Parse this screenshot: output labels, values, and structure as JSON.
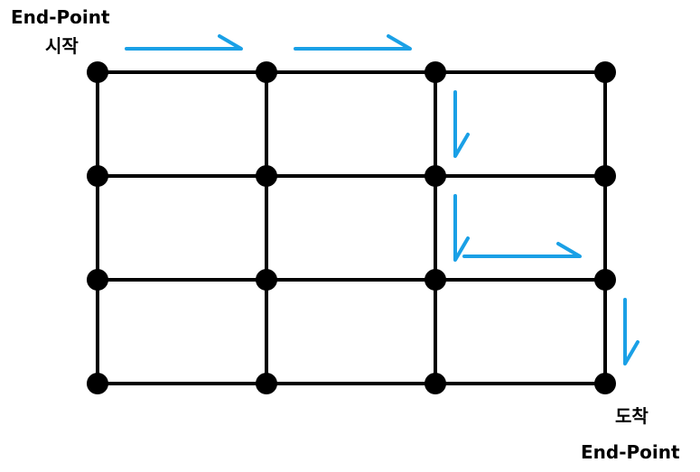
{
  "labels": {
    "start_en": "End-Point",
    "start_ko": "시작",
    "end_ko": "도착",
    "end_en": "End-Point"
  },
  "colors": {
    "grid": "#000000",
    "node": "#000000",
    "arrow": "#1aa0e6"
  },
  "grid": {
    "rows": 4,
    "cols": 4,
    "edges": [
      {
        "from": [
          0,
          0
        ],
        "to": [
          0,
          1
        ]
      },
      {
        "from": [
          0,
          1
        ],
        "to": [
          0,
          2
        ]
      },
      {
        "from": [
          0,
          2
        ],
        "to": [
          0,
          3
        ]
      },
      {
        "from": [
          1,
          0
        ],
        "to": [
          1,
          1
        ]
      },
      {
        "from": [
          1,
          1
        ],
        "to": [
          1,
          2
        ]
      },
      {
        "from": [
          1,
          2
        ],
        "to": [
          1,
          3
        ]
      },
      {
        "from": [
          2,
          0
        ],
        "to": [
          2,
          1
        ]
      },
      {
        "from": [
          2,
          1
        ],
        "to": [
          2,
          2
        ]
      },
      {
        "from": [
          2,
          2
        ],
        "to": [
          2,
          3
        ]
      },
      {
        "from": [
          3,
          0
        ],
        "to": [
          3,
          1
        ]
      },
      {
        "from": [
          3,
          1
        ],
        "to": [
          3,
          2
        ]
      },
      {
        "from": [
          3,
          2
        ],
        "to": [
          3,
          3
        ]
      },
      {
        "from": [
          0,
          0
        ],
        "to": [
          1,
          0
        ]
      },
      {
        "from": [
          1,
          0
        ],
        "to": [
          2,
          0
        ]
      },
      {
        "from": [
          2,
          0
        ],
        "to": [
          3,
          0
        ]
      },
      {
        "from": [
          0,
          1
        ],
        "to": [
          1,
          1
        ]
      },
      {
        "from": [
          1,
          1
        ],
        "to": [
          2,
          1
        ]
      },
      {
        "from": [
          2,
          1
        ],
        "to": [
          3,
          1
        ]
      },
      {
        "from": [
          0,
          2
        ],
        "to": [
          1,
          2
        ]
      },
      {
        "from": [
          1,
          2
        ],
        "to": [
          2,
          2
        ]
      },
      {
        "from": [
          2,
          2
        ],
        "to": [
          3,
          2
        ]
      },
      {
        "from": [
          0,
          3
        ],
        "to": [
          1,
          3
        ]
      },
      {
        "from": [
          1,
          3
        ],
        "to": [
          2,
          3
        ]
      },
      {
        "from": [
          2,
          3
        ],
        "to": [
          3,
          3
        ]
      }
    ]
  },
  "path": [
    {
      "direction": "right",
      "from": [
        0,
        0
      ],
      "to": [
        0,
        1
      ]
    },
    {
      "direction": "right",
      "from": [
        0,
        1
      ],
      "to": [
        0,
        2
      ]
    },
    {
      "direction": "down",
      "from": [
        0,
        2
      ],
      "to": [
        1,
        2
      ]
    },
    {
      "direction": "down",
      "from": [
        1,
        2
      ],
      "to": [
        2,
        2
      ]
    },
    {
      "direction": "right",
      "from": [
        2,
        2
      ],
      "to": [
        2,
        3
      ]
    },
    {
      "direction": "down",
      "from": [
        2,
        3
      ],
      "to": [
        3,
        3
      ]
    }
  ]
}
